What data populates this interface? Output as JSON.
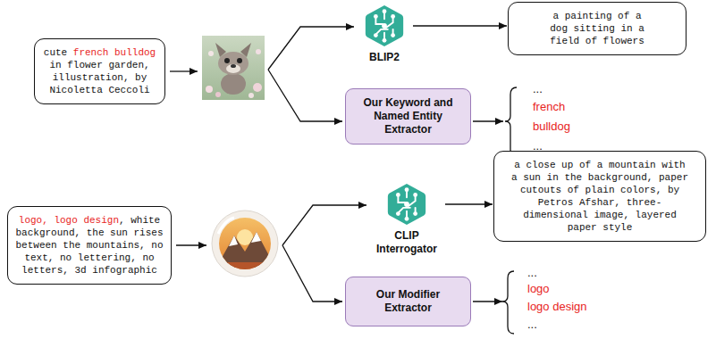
{
  "diagram": {
    "nodes": [
      {
        "text": [
          "cute",
          "french bulldog",
          "in flower garden, illustration, by Nicoletta Ceccoli"
        ]
      },
      {
        "text": [
          "BLIP2"
        ]
      },
      {
        "text": [
          "a painting of a dog sitting in a field of flowers"
        ]
      },
      {
        "text": [
          "Our Keyword and Named Entity Extractor"
        ]
      },
      {
        "text": [
          "logo, logo design",
          ", white background, the sun rises between the mountains, no text, no lettering, no letters, 3d infographic"
        ]
      },
      {
        "text": [
          "CLIP Interrogator"
        ]
      },
      {
        "text": [
          "a close up of a mountain with a sun in the background, paper cutouts of plain colors, by Petros Afshar, three-dimensional image, layered paper style"
        ]
      },
      {
        "text": [
          "Our Modifier Extractor"
        ]
      }
    ],
    "edges": [
      {
        "from": 1,
        "to": 2,
        "arrow": "to"
      },
      {
        "from": 5,
        "to": 6,
        "arrow": "to"
      }
    ],
    "labels": [
      "...",
      "french",
      "bulldog",
      "...",
      "...",
      "logo",
      "logo design",
      "..."
    ]
  }
}
